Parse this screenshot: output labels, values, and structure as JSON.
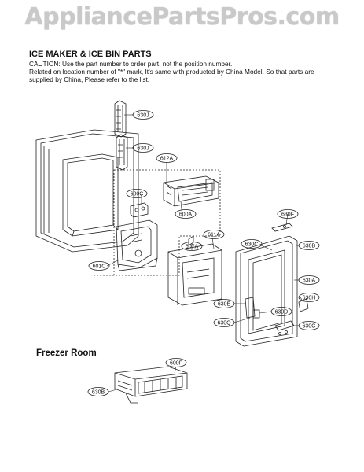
{
  "watermark": "AppliancePartsPros.com",
  "title": "ICE MAKER & ICE BIN PARTS",
  "caution": "CAUTION: Use the part number to order part, not the position number.",
  "note": "Related on location number of \"*\" mark, It's same with producted by China Model. So that parts are supplied by China, Please refer to the list.",
  "freezer_title": "Freezer Room",
  "callouts": [
    "630J",
    "630J",
    "612A",
    "600C",
    "600A",
    "601C",
    "607A",
    "611A",
    "630C",
    "630B",
    "630F",
    "630A",
    "630H",
    "630E",
    "630D",
    "630Q",
    "630G",
    "600F",
    "630B"
  ]
}
